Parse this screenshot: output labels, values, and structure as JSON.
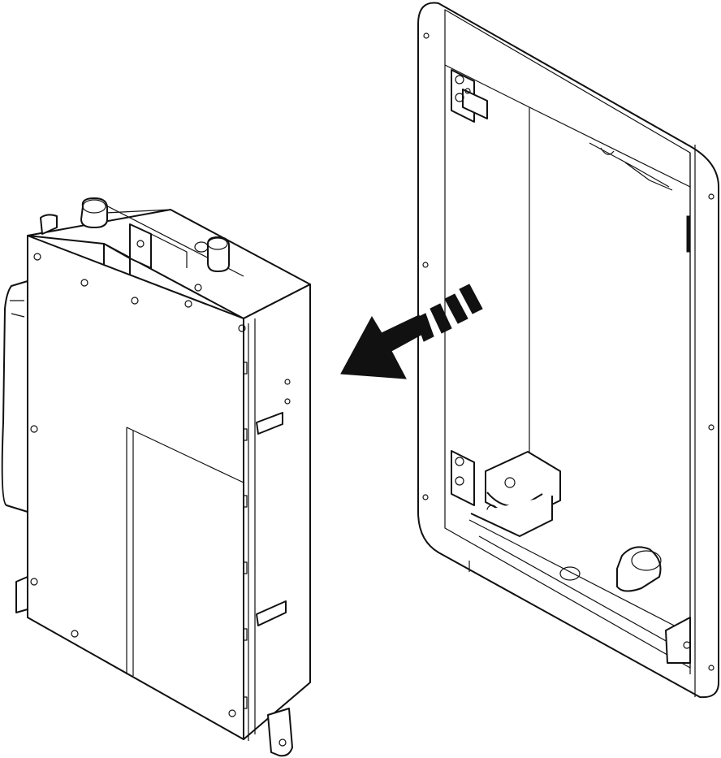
{
  "colors": {
    "line": "#111111",
    "fill": "#ffffff"
  },
  "illustration": {
    "module": {
      "icon": "control-unit"
    },
    "arrow": {
      "icon": "arrow-left-with-motion-bars",
      "motion_bars": 4
    },
    "enclosure": {
      "icon": "wall-mounting-frame"
    }
  }
}
